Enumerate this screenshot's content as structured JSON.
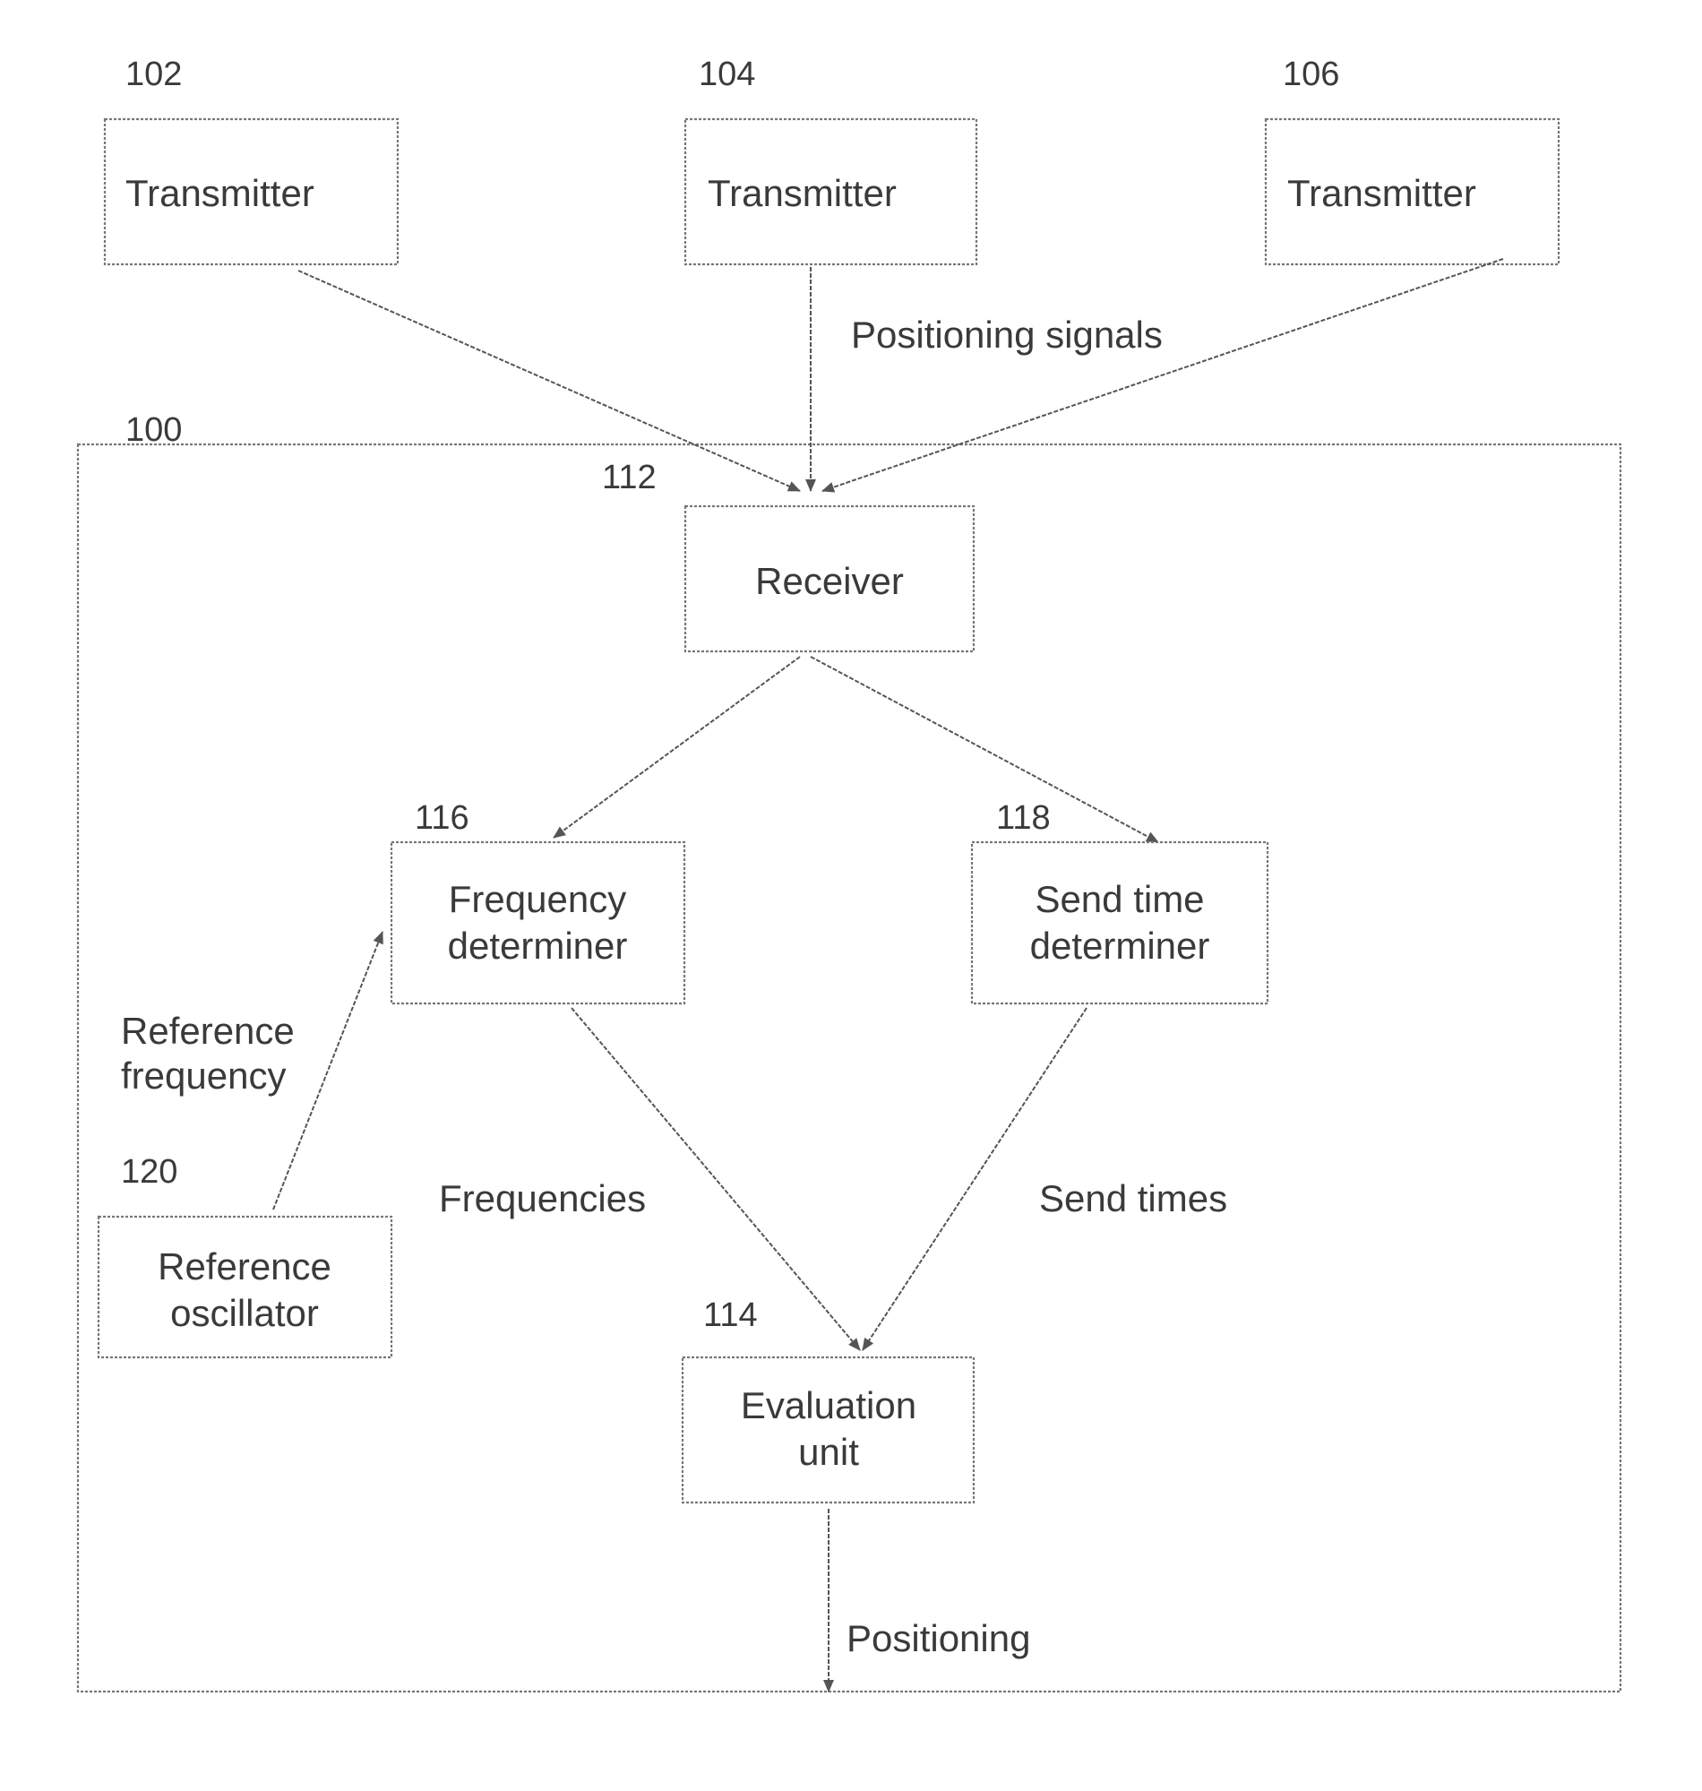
{
  "system": {
    "ref": "100"
  },
  "blocks": {
    "transmitter_102": {
      "ref": "102",
      "label": "Transmitter"
    },
    "transmitter_104": {
      "ref": "104",
      "label": "Transmitter"
    },
    "transmitter_106": {
      "ref": "106",
      "label": "Transmitter"
    },
    "receiver": {
      "ref": "112",
      "label": "Receiver"
    },
    "frequency_determiner": {
      "ref": "116",
      "line1": "Frequency",
      "line2": "determiner"
    },
    "send_time_determiner": {
      "ref": "118",
      "line1": "Send time",
      "line2": "determiner"
    },
    "reference_oscillator": {
      "ref": "120",
      "line1": "Reference",
      "line2": "oscillator"
    },
    "evaluation_unit": {
      "ref": "114",
      "line1": "Evaluation",
      "line2": "unit"
    }
  },
  "signals": {
    "positioning_signals": "Positioning signals",
    "reference_frequency_line1": "Reference",
    "reference_frequency_line2": "frequency",
    "frequencies": "Frequencies",
    "send_times": "Send times",
    "positioning": "Positioning"
  }
}
